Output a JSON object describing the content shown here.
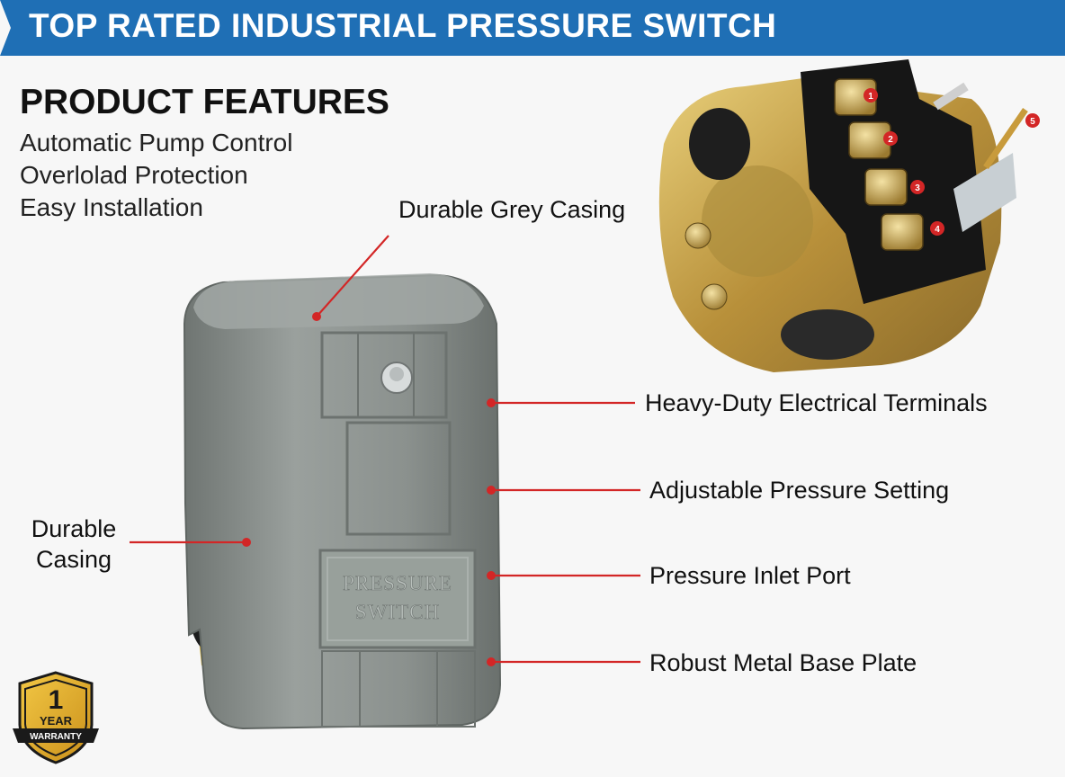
{
  "banner": {
    "title": "TOP RATED INDUSTRIAL PRESSURE SWITCH"
  },
  "features": {
    "heading": "PRODUCT FEATURES",
    "items": [
      "Automatic Pump Control",
      "Overlolad Protection",
      "Easy Installation"
    ]
  },
  "callouts": {
    "grey_casing": "Durable Grey Casing",
    "terminals": "Heavy-Duty Electrical Terminals",
    "pressure_setting": "Adjustable Pressure Setting",
    "inlet_port": "Pressure Inlet Port",
    "base_plate": "Robust Metal Base Plate",
    "durable_casing_1": "Durable",
    "durable_casing_2": "Casing"
  },
  "product": {
    "embossed_line1": "PRESSURE",
    "embossed_line2": "SWITCH"
  },
  "terminal_numbers": [
    "1",
    "2",
    "3",
    "4",
    "5"
  ],
  "warranty": {
    "number": "1",
    "line1": "YEAR",
    "ribbon": "WARRANTY"
  },
  "colors": {
    "banner": "#1f6fb5",
    "callout_line": "#d32626",
    "casing": "#8e9491",
    "brass": "#c9a54a",
    "badge_gold": "#e2aa2a"
  }
}
